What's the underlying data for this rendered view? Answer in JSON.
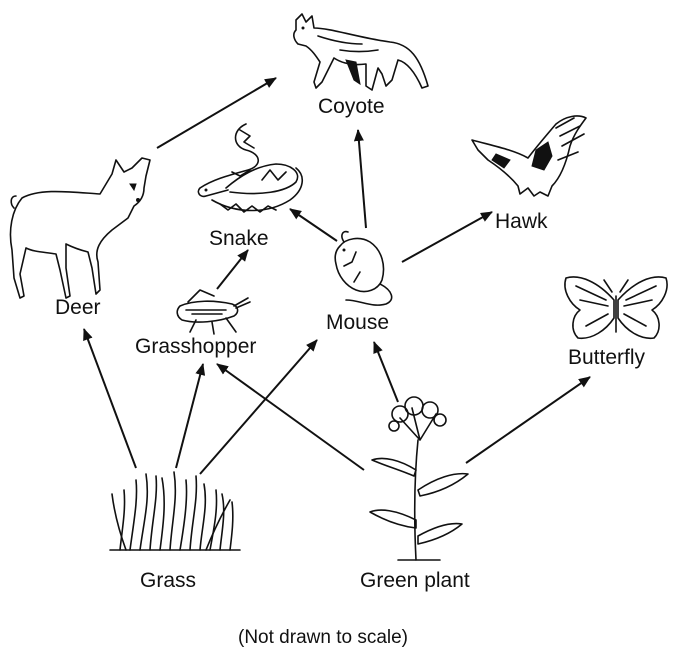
{
  "organisms": {
    "coyote": "Coyote",
    "hawk": "Hawk",
    "snake": "Snake",
    "deer": "Deer",
    "grasshopper": "Grasshopper",
    "mouse": "Mouse",
    "butterfly": "Butterfly",
    "grass": "Grass",
    "green_plant": "Green plant"
  },
  "footnote": "(Not drawn to scale)",
  "arrows": [
    {
      "from": "Deer",
      "to": "Coyote"
    },
    {
      "from": "Mouse",
      "to": "Coyote"
    },
    {
      "from": "Mouse",
      "to": "Snake"
    },
    {
      "from": "Mouse",
      "to": "Hawk"
    },
    {
      "from": "Grasshopper",
      "to": "Snake"
    },
    {
      "from": "Grass",
      "to": "Deer"
    },
    {
      "from": "Grass",
      "to": "Grasshopper"
    },
    {
      "from": "Grass",
      "to": "Mouse"
    },
    {
      "from": "Green plant",
      "to": "Grasshopper"
    },
    {
      "from": "Green plant",
      "to": "Mouse"
    },
    {
      "from": "Green plant",
      "to": "Butterfly"
    }
  ]
}
